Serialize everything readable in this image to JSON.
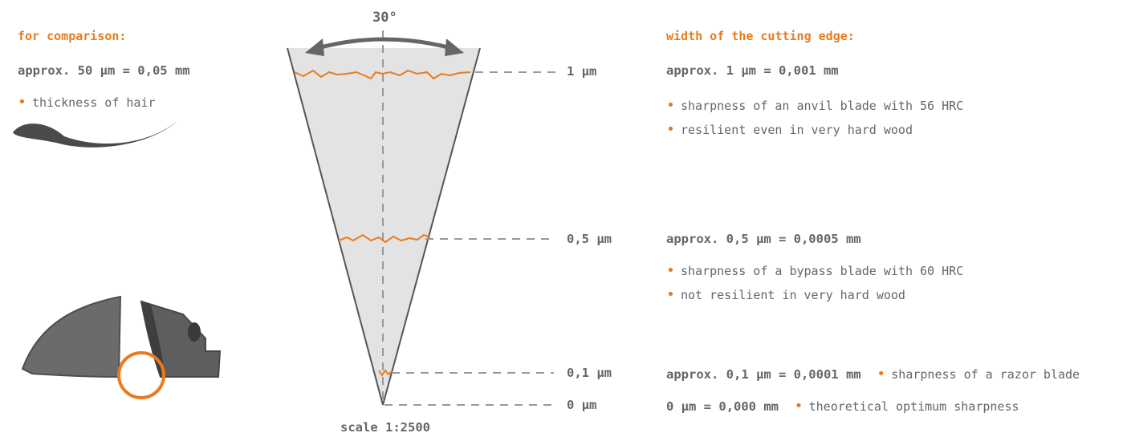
{
  "comparison": {
    "heading": "for comparison:",
    "value": "approx. 50 µm = 0,05 mm",
    "bullet": "thickness of hair"
  },
  "diagram": {
    "angle": "30°",
    "scale": "scale 1:2500",
    "levels": [
      "1 µm",
      "0,5 µm",
      "0,1 µm",
      "0 µm"
    ]
  },
  "cutting_edge": {
    "heading": "width of the cutting edge:",
    "l1": {
      "value": "approx. 1 µm = 0,001 mm",
      "bullets": [
        "sharpness of an anvil blade with 56 HRC",
        "resilient even in very hard wood"
      ]
    },
    "l2": {
      "value": "approx. 0,5 µm = 0,0005 mm",
      "bullets": [
        "sharpness of a bypass blade with 60 HRC",
        "not resilient in very hard wood"
      ]
    },
    "l3": {
      "value": "approx. 0,1 µm = 0,0001 mm",
      "note": "sharpness of a razor blade"
    },
    "l4": {
      "value": "0 µm = 0,000 mm",
      "note": "theoretical optimum sharpness"
    }
  },
  "colors": {
    "accent": "#e87b1e",
    "text": "#666666",
    "blade": "#6b6b6b"
  }
}
